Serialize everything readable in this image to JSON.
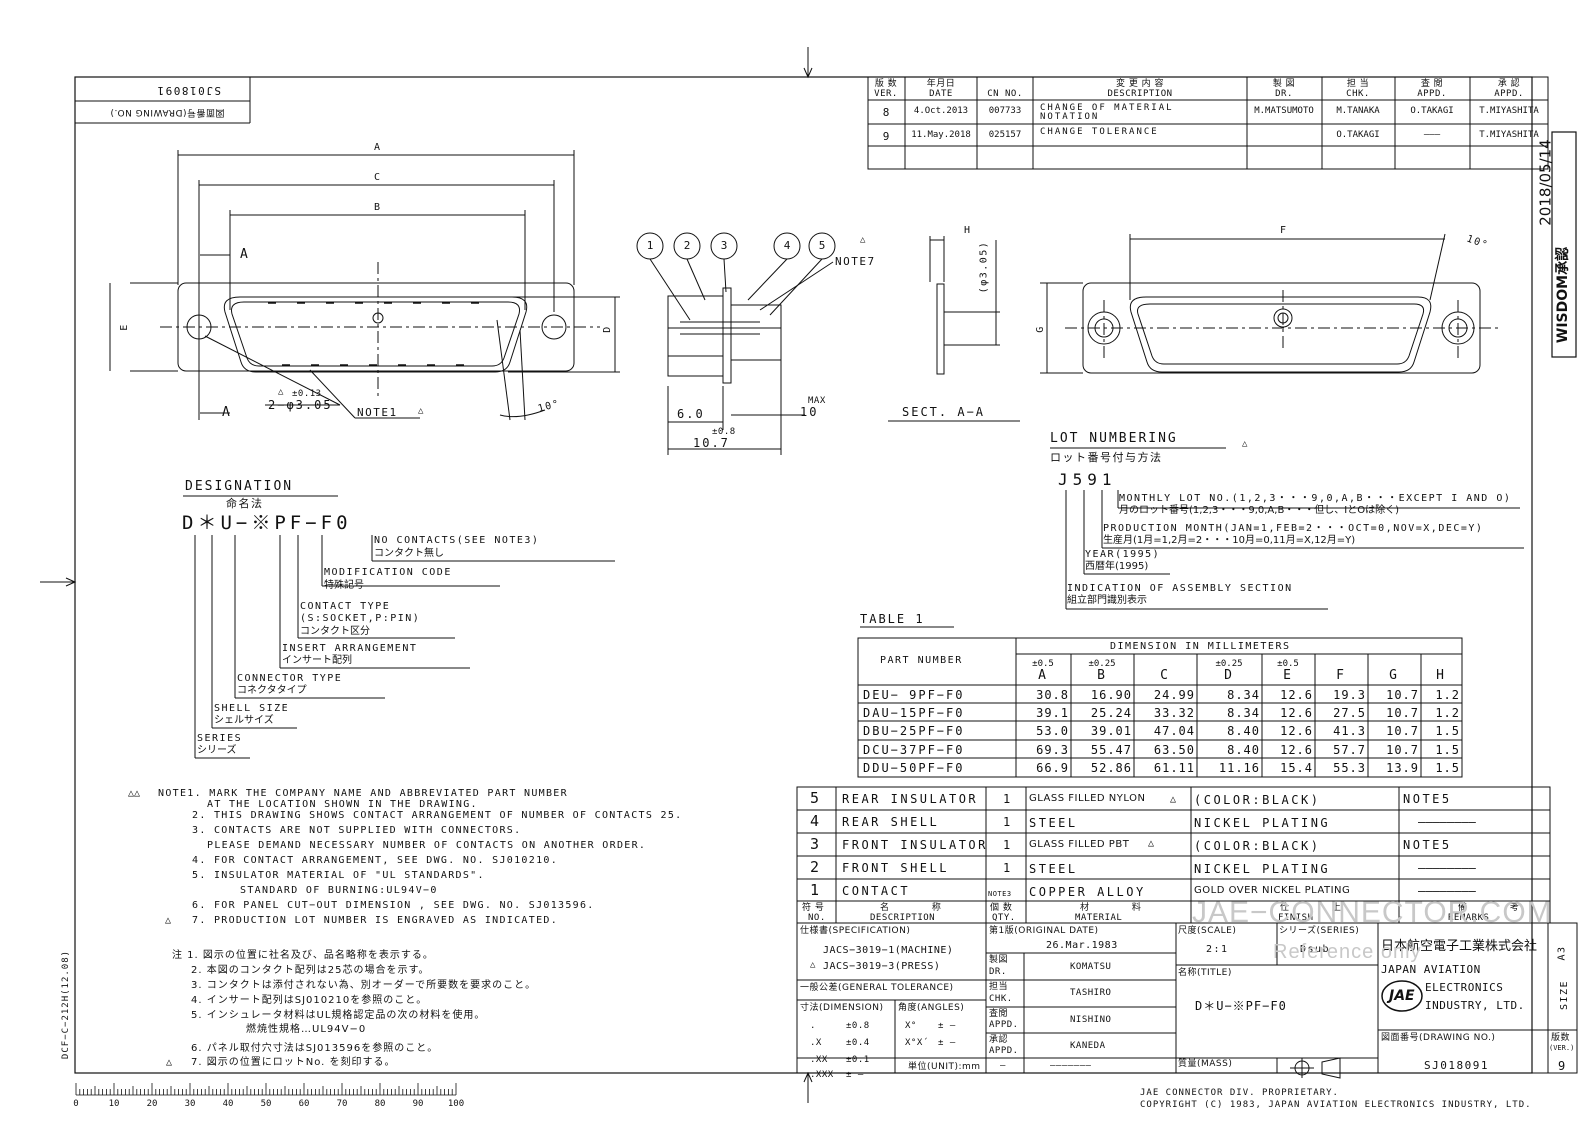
{
  "drawing_number_box": {
    "label": "図面番号(DRAWING NO.)",
    "number": "SJ018091"
  },
  "revision_table": {
    "headers": [
      {
        "jp": "版 数",
        "en": "VER."
      },
      {
        "jp": "年月日",
        "en": "DATE"
      },
      {
        "jp": "",
        "en": "CN NO."
      },
      {
        "jp": "変 更 内 容",
        "en": "DESCRIPTION"
      },
      {
        "jp": "製 図",
        "en": "DR."
      },
      {
        "jp": "担 当",
        "en": "CHK."
      },
      {
        "jp": "査 閲",
        "en": "APPD."
      },
      {
        "jp": "承 認",
        "en": "APPD."
      }
    ],
    "rows": [
      [
        "8",
        "4.Oct.2013",
        "007733",
        "CHANGE OF MATERIAL NOTATION",
        "M.MATSUMOTO",
        "M.TANAKA",
        "O.TAKAGI",
        "T.MIYASHITA"
      ],
      [
        "9",
        "11.May.2018",
        "025157",
        "CHANGE TOLERANCE",
        "",
        "O.TAKAGI",
        "———",
        "T.MIYASHITA"
      ]
    ]
  },
  "approval_stamp": {
    "brand": "WISDOM承認",
    "date": "2018/05/14"
  },
  "views": {
    "front": {
      "dim_A": "A",
      "dim_B": "B",
      "dim_C": "C",
      "dim_D": "D",
      "dim_E": "E",
      "section_A_top": "A",
      "section_A_bottom": "A",
      "hole_tol": "±0.13",
      "hole_dim": "2−φ3.05",
      "note1": "NOTE1",
      "angle": "10°"
    },
    "side": {
      "callouts": [
        "1",
        "2",
        "3",
        "4",
        "5"
      ],
      "note7": "NOTE7",
      "dim_6": "6.0",
      "dim_107": "10.7",
      "tol_08": "±0.8",
      "max_label": "MAX",
      "max_val": "10"
    },
    "section": {
      "dim_H": "H",
      "phi": "(φ3.05)",
      "title": "SECT. A−A"
    },
    "rear": {
      "dim_F": "F",
      "dim_G": "G",
      "angle": "10°"
    }
  },
  "lot_numbering": {
    "title": "LOT NUMBERING",
    "title_jp": "ロット番号付与方法",
    "code": "J591",
    "lines": [
      {
        "en": "MONTHLY LOT NO.(1,2,3・・・9,0,A,B・・・EXCEPT I AND O)",
        "jp": "月のロット番号(1,2,3・・・9,0,A,B・・・但し、IとOは除く)"
      },
      {
        "en": "PRODUCTION MONTH(JAN=1,FEB=2・・・OCT=0,NOV=X,DEC=Y)",
        "jp": "生産月(1月=1,2月=2・・・10月=0,11月=X,12月=Y)"
      },
      {
        "en": "YEAR(1995)",
        "jp": "西暦年(1995)"
      },
      {
        "en": "INDICATION OF ASSEMBLY SECTION",
        "jp": "組立部門識別表示"
      }
    ]
  },
  "designation": {
    "title": "DESIGNATION",
    "title_jp": "命名法",
    "code": "D＊U−※PF−F0",
    "items": [
      {
        "en": "NO CONTACTS(SEE NOTE3)",
        "jp": "コンタクト無し"
      },
      {
        "en": "MODIFICATION CODE",
        "jp": "特殊記号"
      },
      {
        "en": "CONTACT TYPE",
        "en2": "(S:SOCKET,P:PIN)",
        "jp": "コンタクト区分"
      },
      {
        "en": "INSERT ARRANGEMENT",
        "jp": "インサート配列"
      },
      {
        "en": "CONNECTOR TYPE",
        "jp": "コネクタタイプ"
      },
      {
        "en": "SHELL SIZE",
        "jp": "シェルサイズ"
      },
      {
        "en": "SERIES",
        "jp": "シリーズ"
      }
    ]
  },
  "table1": {
    "title": "TABLE 1",
    "part_header": "PART NUMBER",
    "dim_header": "DIMENSION IN MILLIMETERS",
    "tolerances": [
      "±0.5",
      "±0.25",
      "",
      "±0.25",
      "±0.5",
      "",
      "",
      ""
    ],
    "columns": [
      "A",
      "B",
      "C",
      "D",
      "E",
      "F",
      "G",
      "H"
    ],
    "rows": [
      {
        "part": "DEU− 9PF−F0",
        "vals": [
          "30.8",
          "16.90",
          "24.99",
          "8.34",
          "12.6",
          "19.3",
          "10.7",
          "1.2"
        ]
      },
      {
        "part": "DAU−15PF−F0",
        "vals": [
          "39.1",
          "25.24",
          "33.32",
          "8.34",
          "12.6",
          "27.5",
          "10.7",
          "1.2"
        ]
      },
      {
        "part": "DBU−25PF−F0",
        "vals": [
          "53.0",
          "39.01",
          "47.04",
          "8.40",
          "12.6",
          "41.3",
          "10.7",
          "1.5"
        ]
      },
      {
        "part": "DCU−37PF−F0",
        "vals": [
          "69.3",
          "55.47",
          "63.50",
          "8.40",
          "12.6",
          "57.7",
          "10.7",
          "1.5"
        ]
      },
      {
        "part": "DDU−50PF−F0",
        "vals": [
          "66.9",
          "52.86",
          "61.11",
          "11.16",
          "15.4",
          "55.3",
          "13.9",
          "1.5"
        ]
      }
    ]
  },
  "notes_en": [
    "NOTE1. MARK THE COMPANY NAME AND ABBREVIATED PART NUMBER",
    "AT THE LOCATION SHOWN IN THE DRAWING.",
    "2. THIS DRAWING SHOWS CONTACT ARRANGEMENT OF NUMBER OF CONTACTS 25.",
    "3. CONTACTS ARE NOT SUPPLIED WITH CONNECTORS.",
    "PLEASE DEMAND NECESSARY NUMBER OF CONTACTS ON ANOTHER ORDER.",
    "4. FOR CONTACT ARRANGEMENT, SEE DWG. NO. SJ010210.",
    "5. INSULATOR MATERIAL OF \"UL STANDARDS\".",
    "STANDARD OF BURNING:UL94V−0",
    "6. FOR PANEL CUT−OUT DIMENSION , SEE DWG. NO. SJ013596.",
    "7. PRODUCTION LOT NUMBER IS ENGRAVED AS INDICATED."
  ],
  "notes_jp": [
    "注 1. 図示の位置に社名及び、品名略称を表示する。",
    "2. 本図のコンタクト配列は25芯の場合を示す。",
    "3. コンタクトは添付されない為、別オーダーで所要数を要求のこと。",
    "4. インサート配列はSJ010210を参照のこと。",
    "5. インシュレータ材料はUL規格認定品の次の材料を使用。",
    "燃焼性規格…UL94V−0",
    "6. パネル取付穴寸法はSJ013596を参照のこと。",
    "7. 図示の位置にロットNo. を刻印する。"
  ],
  "bom": {
    "rows": [
      {
        "no": "5",
        "desc": "REAR INSULATOR",
        "qty": "1",
        "material": "GLASS FILLED NYLON",
        "finish": "(COLOR:BLACK)",
        "remarks": "NOTE5"
      },
      {
        "no": "4",
        "desc": "REAR SHELL",
        "qty": "1",
        "material": "STEEL",
        "finish": "NICKEL PLATING",
        "remarks": "————————"
      },
      {
        "no": "3",
        "desc": "FRONT INSULATOR",
        "qty": "1",
        "material": "GLASS FILLED PBT",
        "finish": "(COLOR:BLACK)",
        "remarks": "NOTE5"
      },
      {
        "no": "2",
        "desc": "FRONT SHELL",
        "qty": "1",
        "material": "STEEL",
        "finish": "NICKEL PLATING",
        "remarks": "————————"
      },
      {
        "no": "1",
        "desc": "CONTACT",
        "qty": "NOTE3",
        "material": "COPPER ALLOY",
        "finish": "GOLD OVER NICKEL PLATING",
        "remarks": "————————"
      }
    ],
    "header": {
      "no_jp": "符 号",
      "no": "NO.",
      "desc_jp": "名 称",
      "desc": "DESCRIPTION",
      "qty_jp": "個 数",
      "qty": "QTY.",
      "mat_jp": "材 料",
      "mat": "MATERIAL",
      "fin_jp": "仕 上",
      "fin": "FINISH",
      "rem_jp": "備 考",
      "rem": "REMARKS"
    }
  },
  "title_block": {
    "spec_label": "仕様書(SPECIFICATION)",
    "spec1": "JACS−3019−1(MACHINE)",
    "spec2": "JACS−3019−3(PRESS)",
    "orig_label": "第1版(ORIGINAL DATE)",
    "orig_date": "26.Mar.1983",
    "dr_label": "製図",
    "dr_en": "DR.",
    "dr": "KOMATSU",
    "chk_label": "担当",
    "chk_en": "CHK.",
    "chk": "TASHIRO",
    "appd1_label": "査閲",
    "appd1_en": "APPD.",
    "appd1": "NISHINO",
    "appd2_label": "承認",
    "appd2_en": "APPD.",
    "appd2": "KANEDA",
    "scale_label": "尺度(SCALE)",
    "scale": "2:1",
    "series_label": "シリーズ(SERIES)",
    "series": "Dsub",
    "title_label": "名称(TITLE)",
    "title": "D＊U−※PF−F0",
    "company_jp": "日本航空電子工業株式会社",
    "company_en1": "JAPAN AVIATION",
    "company_en2": "ELECTRONICS",
    "company_en3": "INDUSTRY, LTD.",
    "logo": "JAE",
    "size_label": "SIZE",
    "size": "A3",
    "gen_tol_label": "一般公差(GENERAL TOLERANCE)",
    "dim_label": "寸法(DIMENSION)",
    "ang_label": "角度(ANGLES)",
    "tol_rows": [
      [
        ".",
        "±0.8"
      ],
      [
        ".X",
        "±0.4"
      ],
      [
        ".XX",
        "±0.1"
      ],
      [
        ".XXX",
        "±  —"
      ]
    ],
    "ang_rows": [
      [
        "X°",
        "±  —"
      ],
      [
        "X°X´",
        "±  —"
      ]
    ],
    "unit_label": "単位(UNIT):mm",
    "dash": "—",
    "mass_label": "質量(MASS)",
    "dwg_no_label": "図面番号(DRAWING NO.)",
    "dwg_no": "SJ018091",
    "ver_label": "版数",
    "ver_en": "(VER.)",
    "ver": "9"
  },
  "footer": {
    "line1": "JAE CONNECTOR DIV. PROPRIETARY.",
    "line2": "COPYRIGHT (C) 1983, JAPAN AVIATION ELECTRONICS INDUSTRY, LTD."
  },
  "watermark": {
    "text1": "JAE−CONNECTOR.COM",
    "text2": "Reference only"
  },
  "form_code": "DCF−C−212H(12.08)",
  "scale_ruler": [
    "0",
    "10",
    "20",
    "30",
    "40",
    "50",
    "60",
    "70",
    "80",
    "90",
    "100"
  ]
}
